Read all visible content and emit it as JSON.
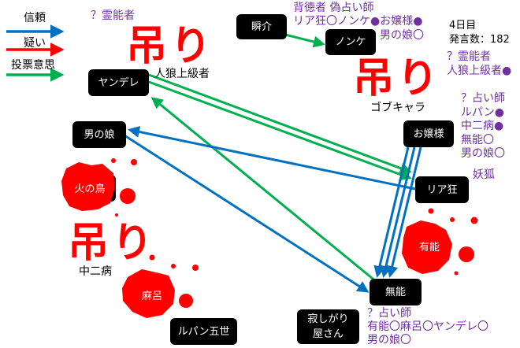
{
  "legend": {
    "trust": "信頼",
    "doubt": "疑い",
    "vote": "投票意思"
  },
  "colors": {
    "trust": "#0070c0",
    "doubt": "#ff0000",
    "vote": "#00b050",
    "note": "#7030a0"
  },
  "status": {
    "day": "4日目",
    "posts": "発言数：182"
  },
  "nodes": {
    "shunsuke": "瞬介",
    "nonke": "ノンケ",
    "yandere": "ヤンデレ",
    "otokonoko": "男の娘",
    "ojousama": "お嬢様",
    "riakyou": "リア狂",
    "hinotori": "火の鳥",
    "yuunou": "有能",
    "maro": "麻呂",
    "munou": "無能",
    "lupin": "ルパン五世",
    "sabishigari": "寂しがり\n屋さん"
  },
  "hanged": {
    "label": "吊り",
    "names": [
      "人狼上級者",
      "ゴブキャラ",
      "中二病"
    ]
  },
  "notes": {
    "top_left": "？霊能者",
    "top_center": [
      "背徳者 偽占い師",
      "リア狂〇ノンケ●お嬢様●",
      "男の娘〇"
    ],
    "right_medium": [
      "？霊能者",
      "人狼上級者●"
    ],
    "right_seer": [
      "？占い師",
      "ルパン●",
      "中二病●",
      "無能〇",
      "男の娘〇"
    ],
    "fox": "妖狐",
    "bottom_seer": [
      "？占い師",
      "有能〇麻呂〇ヤンデレ〇",
      "男の娘〇"
    ]
  }
}
